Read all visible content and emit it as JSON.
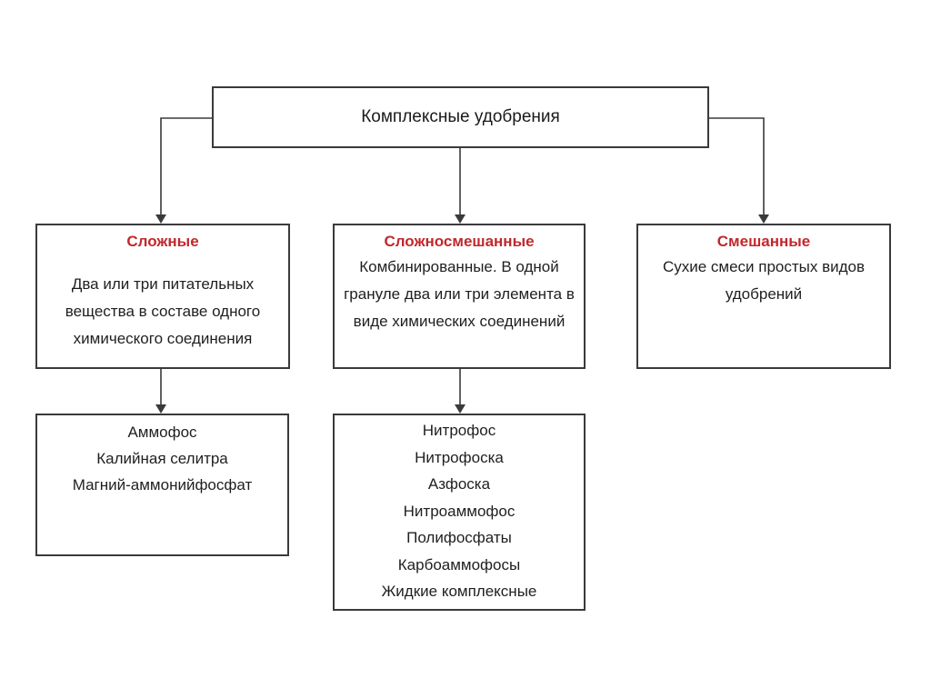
{
  "root": {
    "title": "Комплексные удобрения"
  },
  "categories": [
    {
      "title": "Сложные",
      "description": "Два или три питательных вещества в составе одного химического соединения",
      "examples": [
        "Аммофос",
        "Калийная селитра",
        "Магний-аммонийфосфат"
      ]
    },
    {
      "title": "Сложносмешанные",
      "description": "Комбинированные. В одной грануле два или три элемента в виде химических соединений",
      "examples": [
        "Нитрофос",
        "Нитрофоска",
        "Азфоска",
        "Нитроаммофос",
        "Полифосфаты",
        "Карбоаммофосы",
        "Жидкие комплексные"
      ]
    },
    {
      "title": "Смешанные",
      "description": "Сухие смеси простых видов удобрений"
    }
  ],
  "colors": {
    "category_title": "#c0282d",
    "border": "#3a3a3a",
    "text": "#1f1f1f"
  }
}
